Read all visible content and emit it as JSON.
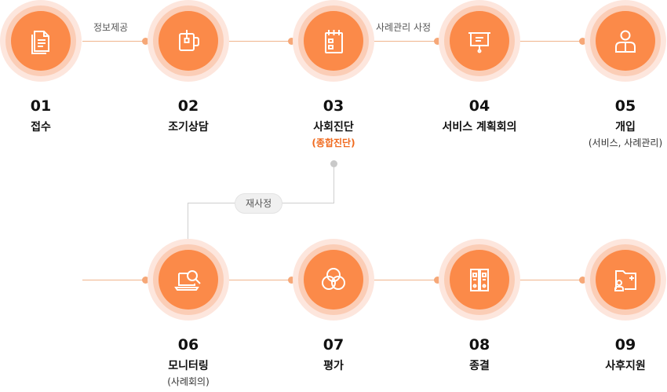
{
  "connectors": {
    "info_provision": "정보제공",
    "case_management_review": "사례관리 사정",
    "reassessment": "재사정"
  },
  "steps": [
    {
      "number": "01",
      "title": "접수",
      "sub": "",
      "icon": "document-icon"
    },
    {
      "number": "02",
      "title": "조기상담",
      "sub": "",
      "icon": "mug-icon"
    },
    {
      "number": "03",
      "title": "사회진단",
      "sub": "(종합진단)",
      "icon": "notepad-icon"
    },
    {
      "number": "04",
      "title": "서비스 계획회의",
      "sub": "",
      "icon": "presentation-board-icon"
    },
    {
      "number": "05",
      "title": "개입",
      "sub": "(서비스, 사례관리)",
      "icon": "person-icon"
    },
    {
      "number": "06",
      "title": "모니터링",
      "sub": "(사례회의)",
      "icon": "laptop-magnifier-icon"
    },
    {
      "number": "07",
      "title": "평가",
      "sub": "",
      "icon": "overlapping-circles-icon"
    },
    {
      "number": "08",
      "title": "종결",
      "sub": "",
      "icon": "binders-icon"
    },
    {
      "number": "09",
      "title": "사후지원",
      "sub": "",
      "icon": "folder-user-icon"
    }
  ],
  "colors": {
    "accent": "#fb8a49",
    "ring_inner": "#fbcdb6",
    "ring_outer": "#fde6dd",
    "line": "#f0b48c",
    "highlight_text": "#f06a1e"
  }
}
